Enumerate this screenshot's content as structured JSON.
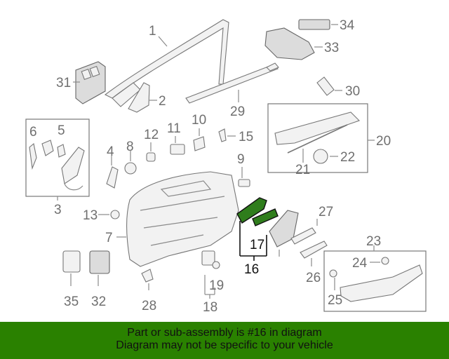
{
  "callouts": {
    "c1": "1",
    "c2": "2",
    "c3": "3",
    "c4": "4",
    "c5": "5",
    "c6": "6",
    "c7": "7",
    "c8": "8",
    "c9": "9",
    "c10": "10",
    "c11": "11",
    "c12": "12",
    "c13": "13",
    "c15": "15",
    "c16": "16",
    "c17": "17",
    "c18": "18",
    "c19": "19",
    "c20": "20",
    "c21": "21",
    "c22": "22",
    "c23": "23",
    "c24": "24",
    "c25": "25",
    "c26": "26",
    "c27": "27",
    "c28": "28",
    "c29": "29",
    "c30": "30",
    "c31": "31",
    "c32": "32",
    "c33": "33",
    "c34": "34",
    "c35": "35"
  },
  "highlight": {
    "part_number": "16",
    "color": "#2a8100"
  },
  "banner": {
    "line1": "Part or sub-assembly is #16 in diagram",
    "line2": "Diagram may not be specific to your vehicle"
  }
}
